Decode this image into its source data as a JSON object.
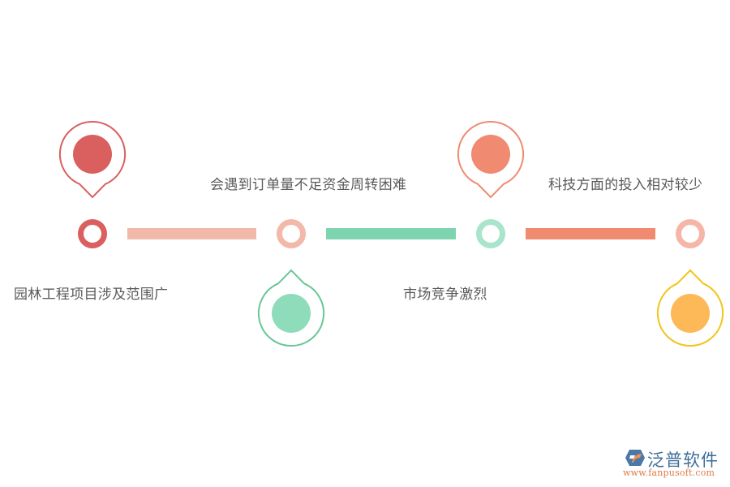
{
  "diagram": {
    "type": "timeline",
    "items": [
      {
        "label": "园林工程项目涉及范围广",
        "color": "#d9605f",
        "ring_color": "#d9605f",
        "pin_position": "above",
        "label_position": "below"
      },
      {
        "label": "会遇到订单量不足资金周转困难",
        "color": "#8fdcbb",
        "ring_color": "#f2b8aa",
        "pin_stroke": "#67c795",
        "pin_position": "below",
        "label_position": "above"
      },
      {
        "label": "市场竞争激烈",
        "color": "#f08a70",
        "ring_color": "#a8e5cc",
        "pin_position": "above",
        "label_position": "below"
      },
      {
        "label": "科技方面的投入相对较少",
        "color": "#fdb957",
        "ring_color": "#f5b6a8",
        "pin_stroke": "#f2c418",
        "pin_position": "below",
        "label_position": "above"
      }
    ],
    "connectors": [
      {
        "color": "#f2b8aa"
      },
      {
        "color": "#7dd4ae"
      },
      {
        "color": "#f08a70"
      }
    ]
  },
  "watermark": {
    "brand": "泛普软件",
    "url": "www.fanpusoft.com"
  }
}
